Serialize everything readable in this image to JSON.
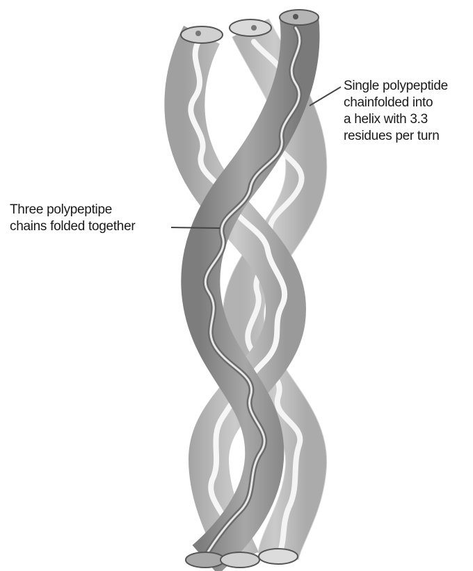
{
  "colors": {
    "tube_dark": "#8f8f8f",
    "tube_mid": "#b4b4b4",
    "tube_light": "#dedede",
    "outline": "#555555",
    "backbone_light": "#f2f2f2",
    "backbone_dark": "#6a6a6a",
    "leader": "#444444",
    "text": "#1a1a1a"
  },
  "labels": {
    "single_chain": [
      "Single polypeptide",
      "chainfolded into",
      "a helix with 3.3",
      "residues per turn"
    ],
    "three_chains": [
      "Three polypeptipe",
      "chains folded together"
    ]
  }
}
